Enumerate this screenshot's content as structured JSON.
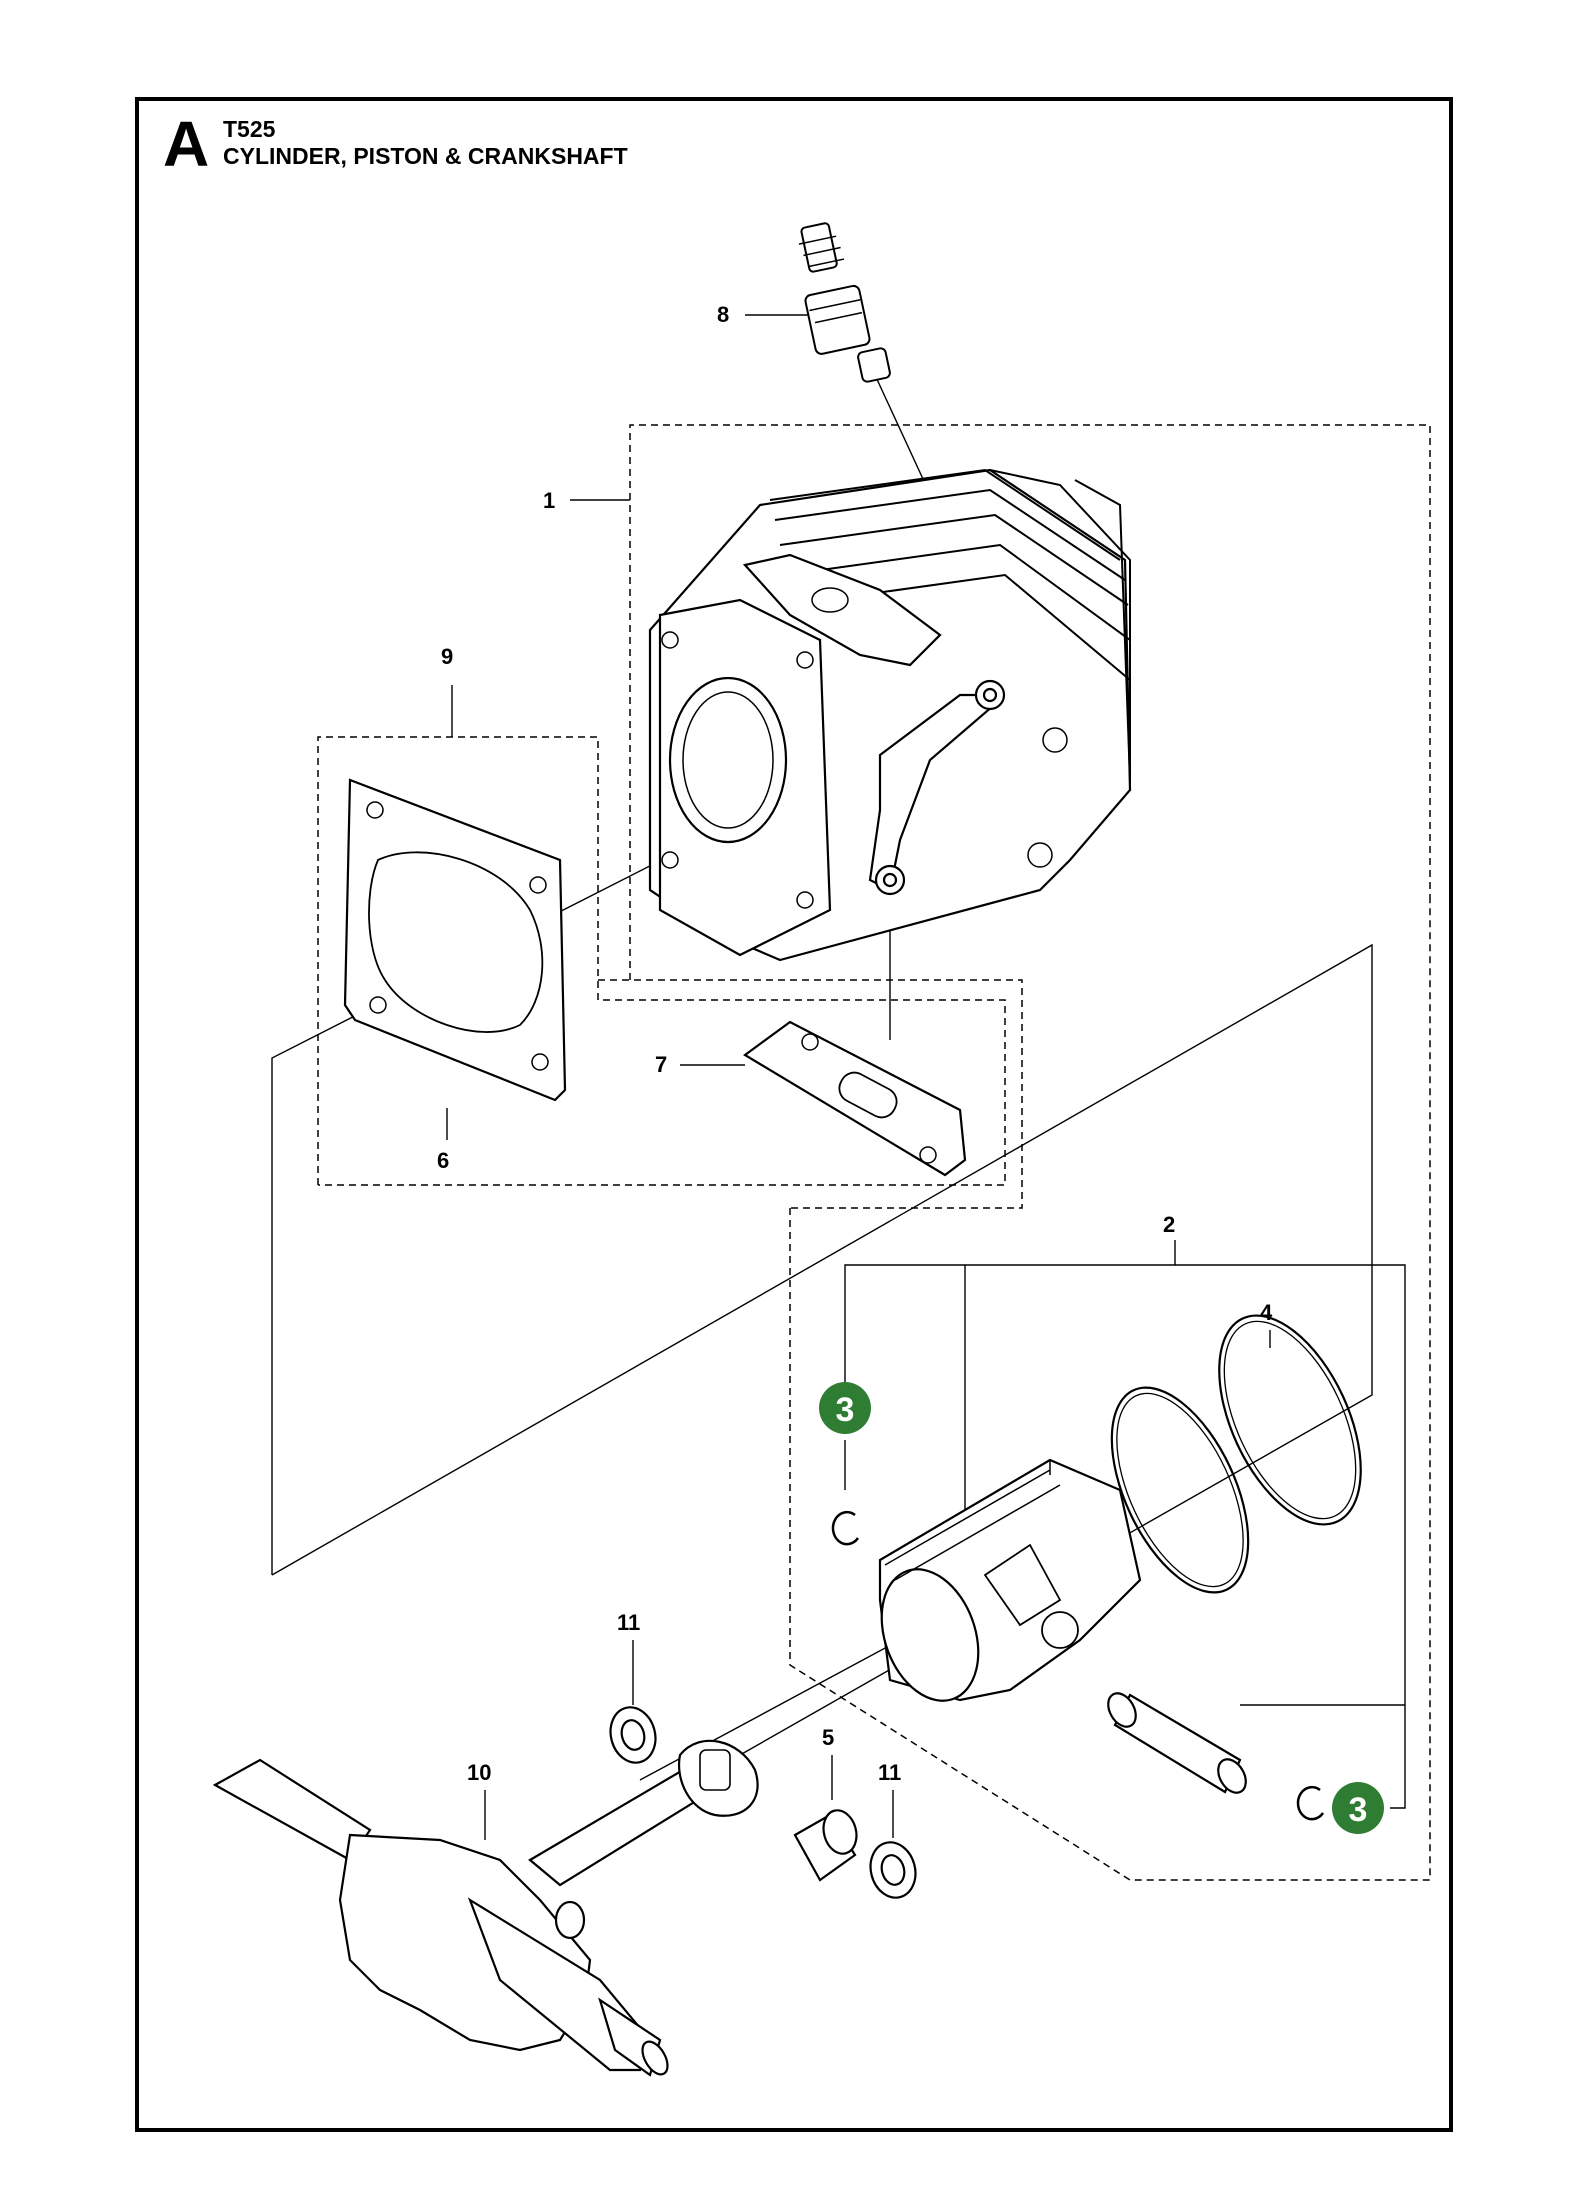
{
  "header": {
    "section_letter": "A",
    "model": "T525",
    "title": "CYLINDER, PISTON & CRANKSHAFT"
  },
  "callouts": {
    "c1": "1",
    "c2": "2",
    "c4": "4",
    "c5": "5",
    "c6": "6",
    "c7": "7",
    "c8": "8",
    "c9": "9",
    "c10": "10",
    "c11a": "11",
    "c11b": "11"
  },
  "badges": {
    "b3a": "3",
    "b3b": "3"
  },
  "colors": {
    "badge": "#2e7d32",
    "line": "#000000"
  }
}
